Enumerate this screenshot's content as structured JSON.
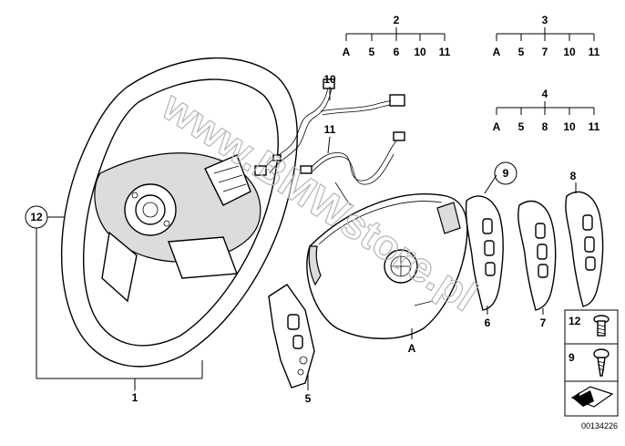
{
  "watermark": "www.BMWstore.pl",
  "footer_code": "00134226",
  "labels": {
    "one": "1",
    "five": "5",
    "six": "6",
    "seven": "7",
    "a_airbag": "A",
    "eight_part": "8",
    "nine_circled": "9",
    "ten_cable": "10",
    "eleven_cable": "11",
    "twelve_circled": "12"
  },
  "trees": [
    {
      "root": "2",
      "leaves": [
        "A",
        "5",
        "6",
        "10",
        "11"
      ]
    },
    {
      "root": "3",
      "leaves": [
        "A",
        "5",
        "7",
        "10",
        "11"
      ]
    },
    {
      "root": "4",
      "leaves": [
        "A",
        "5",
        "8",
        "10",
        "11"
      ]
    }
  ],
  "legend": [
    {
      "number": "12",
      "icon": "torx-bolt-icon"
    },
    {
      "number": "9",
      "icon": "self-tapping-screw-icon"
    }
  ]
}
